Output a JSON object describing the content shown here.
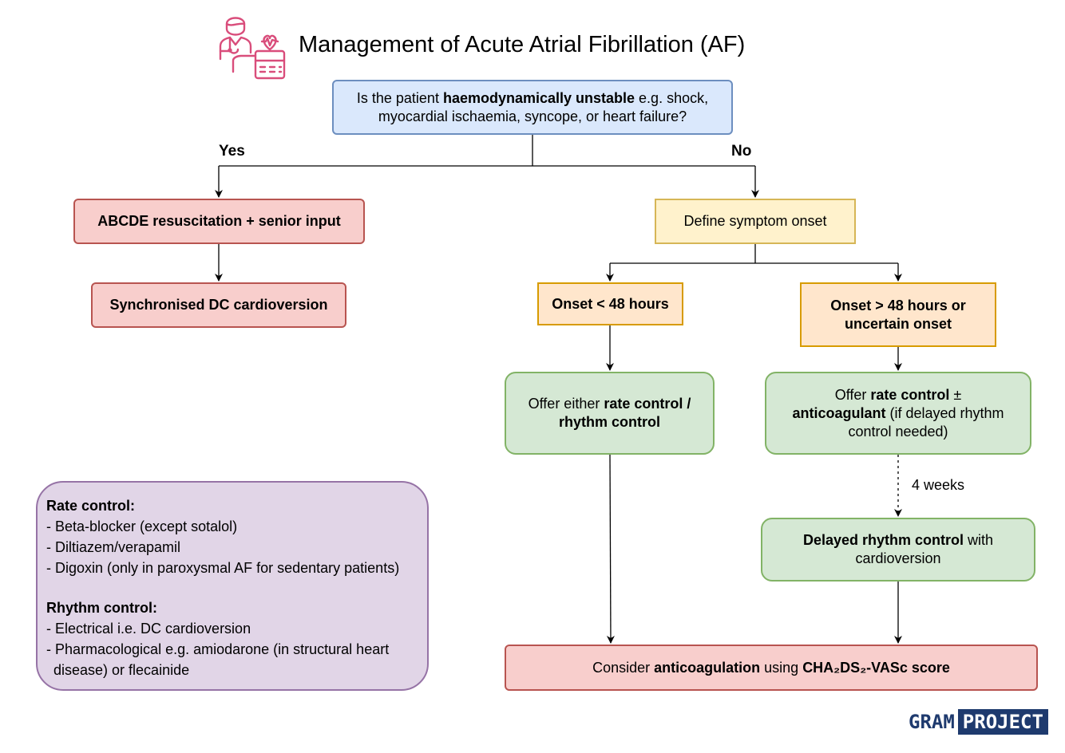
{
  "title": "Management of Acute Atrial Fibrillation (AF)",
  "icon": "doctor-ecg-monitor-icon",
  "question": {
    "l1_pre": "Is the patient ",
    "l1_bold": "haemodynamically unstable",
    "l1_post": " e.g. shock,",
    "l2": "myocardial ischaemia, syncope, or heart failure?"
  },
  "branch_labels": {
    "yes": "Yes",
    "no": "No"
  },
  "yes_branch": {
    "resuscitation": "ABCDE resuscitation + senior input",
    "cardioversion": "Synchronised DC cardioversion"
  },
  "no_branch": {
    "define_onset": "Define symptom onset",
    "onset_short": "Onset < 48 hours",
    "onset_long_l1": "Onset > 48 hours or",
    "onset_long_l2": "uncertain onset",
    "offer_either": {
      "l1_pre": "Offer either ",
      "l1_bold": "rate control /",
      "l2_bold": "rhythm control"
    },
    "offer_rate": {
      "l1_pre": "Offer ",
      "l1_bold": "rate control",
      "l1_post": " ±",
      "l2_bold": "anticoagulant",
      "l2_post": " (if delayed rhythm",
      "l3": "control needed)"
    },
    "wait_label": "4 weeks",
    "delayed": {
      "l1_bold": "Delayed rhythm control",
      "l1_post": " with",
      "l2": "cardioversion"
    }
  },
  "final": {
    "pre": "Consider ",
    "bold": "anticoagulation",
    "mid": " using ",
    "score": "CHA₂DS₂-VASc score"
  },
  "legend": {
    "rate_title": "Rate control:",
    "rate_items": [
      "- Beta-blocker (except sotalol)",
      "- Diltiazem/verapamil",
      "- Digoxin (only in paroxysmal AF for sedentary patients)"
    ],
    "rhythm_title": "Rhythm control:",
    "rhythm_items": [
      "- Electrical i.e. DC cardioversion",
      "- Pharmacological e.g. amiodarone (in structural heart",
      "disease) or flecainide"
    ]
  },
  "brand": {
    "part1": "GRAM",
    "part2": "PROJECT"
  },
  "colors": {
    "blue_fill": "#dae8fc",
    "blue_border": "#6c8ebf",
    "red_fill": "#f8cecc",
    "red_border": "#b85450",
    "yellow_fill": "#fff2cc",
    "yellow_border": "#d6b656",
    "orange_fill": "#ffe6cc",
    "orange_border": "#d79b00",
    "green_fill": "#d5e8d4",
    "green_border": "#82b366",
    "purple_fill": "#e1d5e7",
    "purple_border": "#9673a6",
    "icon_color": "#d94d7b",
    "brand_color": "#1e3a6e"
  }
}
